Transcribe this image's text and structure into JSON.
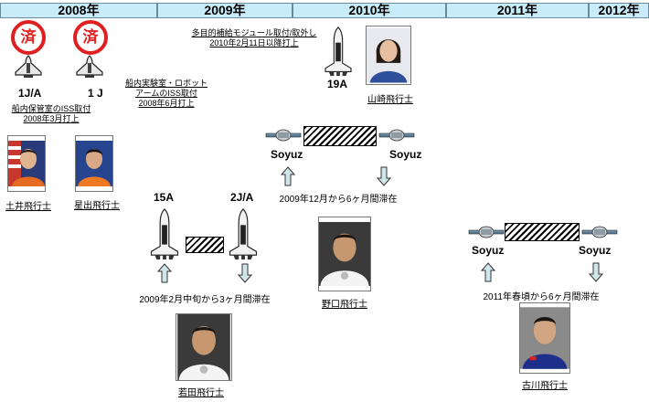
{
  "years": [
    "2008年",
    "2009年",
    "2010年",
    "2011年",
    "2012年"
  ],
  "stamps": [
    "済",
    "済"
  ],
  "missions": {
    "m1ja": "1J/A",
    "m1j": "1 J",
    "m19a": "19A",
    "m15a": "15A",
    "m2ja": "2J/A"
  },
  "captions": {
    "c1ja_line1": "船内保管室のISS取付",
    "c1ja_line2": "2008年3月打上",
    "c1j_line1": "船内実験室・ロボット",
    "c1j_line2": "アームのISS取付",
    "c1j_line3": "2008年6月打上",
    "c19a_line1": "多目的補給モジュール取付/取外し",
    "c19a_line2": "2010年2月11日以降打上"
  },
  "soyuz": {
    "left1": "Soyuz",
    "right1": "Soyuz",
    "left2": "Soyuz",
    "right2": "Soyuz"
  },
  "notes": {
    "noguchi_stay": "2009年12月から6ヶ月間滞在",
    "wakata_stay": "2009年2月中旬から3ヶ月間滞在",
    "furukawa_stay": "2011年春頃から6ヶ月間滞在"
  },
  "astronauts": {
    "doi": "土井飛行士",
    "hoshide": "星出飛行士",
    "yamazaki": "山崎飛行士",
    "noguchi": "野口飛行士",
    "wakata": "若田飛行士",
    "furukawa": "古川飛行士"
  }
}
